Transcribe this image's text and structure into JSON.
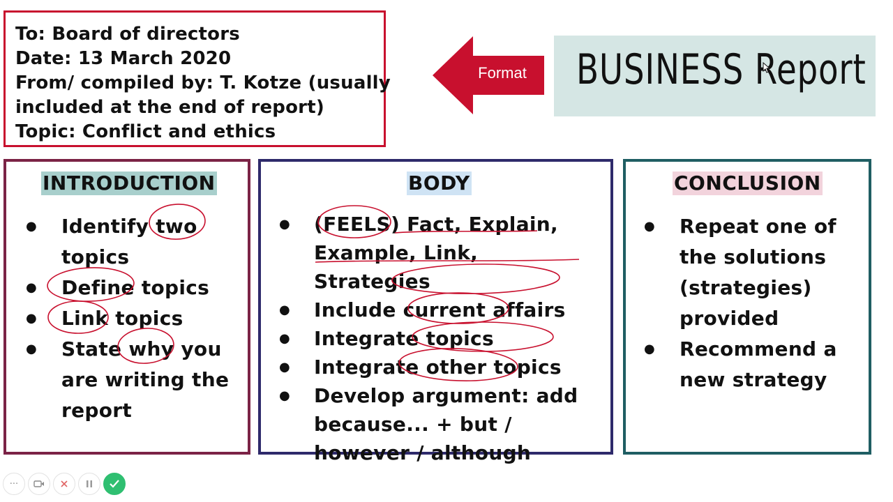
{
  "memo": {
    "lines": [
      "To: Board of directors",
      "Date: 13 March 2020",
      "From/ compiled by: T. Kotze (usually",
      "included at the end of report)",
      "Topic: Conflict and ethics"
    ]
  },
  "arrow": {
    "label": "Format",
    "color": "#c8102e"
  },
  "title": {
    "text": "BUSINESS Report"
  },
  "columns": {
    "introduction": {
      "heading": "INTRODUCTION",
      "items": [
        "Identify two topics",
        "Define topics",
        "Link topics",
        "State why you are writing the report"
      ]
    },
    "body": {
      "heading": "BODY",
      "items": [
        "(FEELS) Fact, Explain, Example, Link, Strategies",
        "Include current affairs",
        "Integrate topics",
        "Integrate other topics",
        "Develop argument: add because... + but / however / although"
      ]
    },
    "conclusion": {
      "heading": "CONCLUSION",
      "items": [
        "Repeat one of the solutions (strategies) provided",
        "Recommend a new strategy"
      ]
    }
  },
  "toolbar": {
    "more": "···",
    "done_icon": "check-icon"
  },
  "colors": {
    "memo_border": "#c8102e",
    "intro_border": "#7b2346",
    "body_border": "#2e2a6b",
    "concl_border": "#1f5e63",
    "annotation": "#c8102e",
    "title_bg": "#d5e6e4"
  }
}
